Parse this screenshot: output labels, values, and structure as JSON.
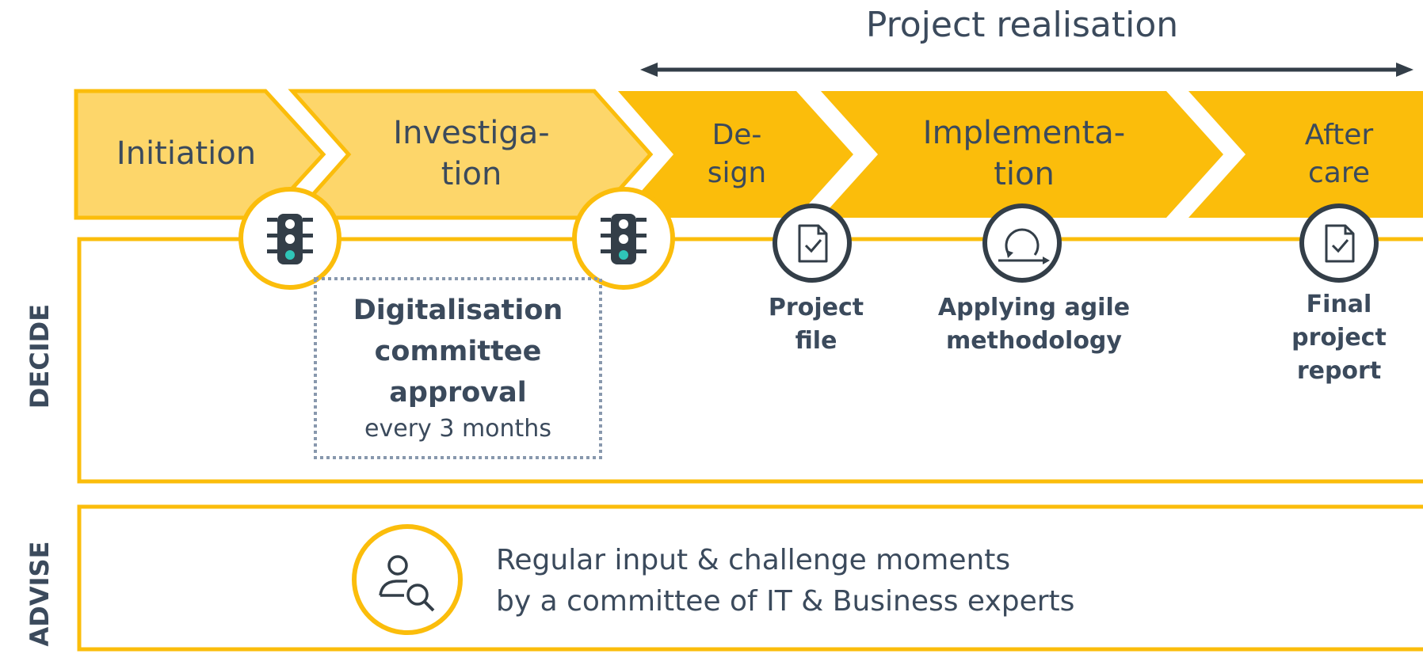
{
  "header": {
    "title": "Project realisation"
  },
  "stages": [
    {
      "line1": "Initiation",
      "line2": ""
    },
    {
      "line1": "Investiga-",
      "line2": "tion"
    },
    {
      "line1": "De-",
      "line2": "sign"
    },
    {
      "line1": "Implementa-",
      "line2": "tion"
    },
    {
      "line1": "After",
      "line2": "care"
    }
  ],
  "decide": {
    "label": "DECIDE",
    "approval": {
      "line1": "Digitalisation",
      "line2": "committee",
      "line3": "approval",
      "sub": "every 3 months"
    },
    "documents": [
      {
        "line1": "Project",
        "line2": "file",
        "line3": ""
      },
      {
        "line1": "Applying agile",
        "line2": "methodology",
        "line3": ""
      },
      {
        "line1": "Final",
        "line2": "project",
        "line3": "report"
      }
    ],
    "icons": [
      "traffic-light-icon",
      "traffic-light-icon",
      "document-check-icon",
      "agile-cycle-icon",
      "document-check-icon"
    ]
  },
  "advise": {
    "label": "ADVISE",
    "line1": "Regular input & challenge moments",
    "line2": "by a committee of IT & Business experts",
    "icon": "person-search-icon"
  },
  "colors": {
    "light_yellow": "#fdd66a",
    "yellow": "#fbbd0b",
    "dark": "#333e48",
    "text": "#3b4a5c",
    "teal": "#2fc5b8",
    "dotted": "#8898ad"
  }
}
